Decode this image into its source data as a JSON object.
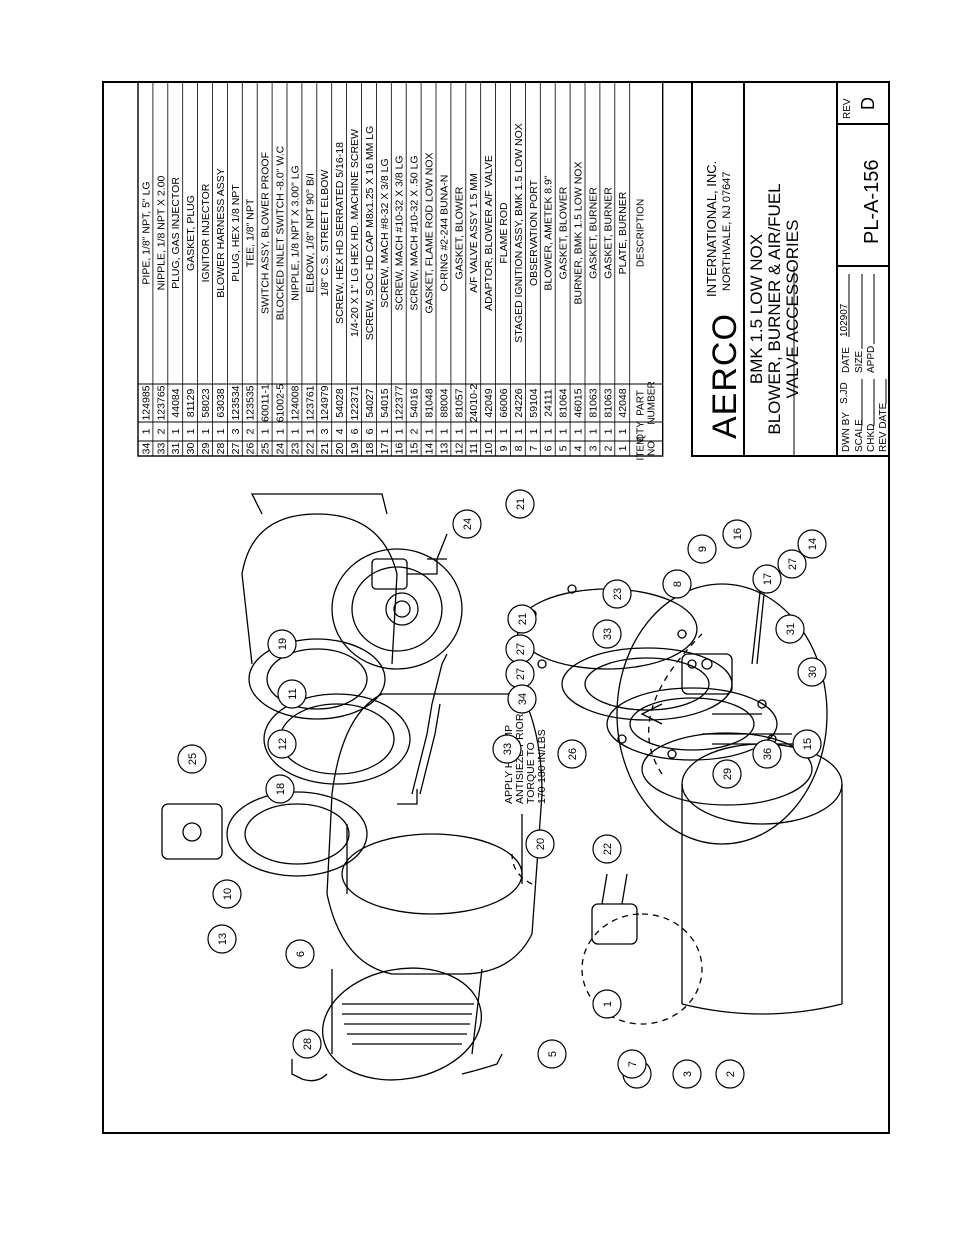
{
  "company": {
    "name": "AERCO",
    "line1": "INTERNATIONAL, INC.",
    "line2": "NORTHVALE, NJ  07647"
  },
  "drawing": {
    "title1": "BMK 1.5 LOW NOX",
    "title2": "BLOWER, BURNER & AIR/FUEL",
    "title3": "VALVE ACCESSORIES",
    "number": "PL-A-156",
    "rev_label": "REV",
    "rev": "D"
  },
  "titleblock": {
    "dwn_by": "DWN BY",
    "dwn_by_value": "S.JD",
    "date": "DATE",
    "date_value": "102907",
    "scale": "SCALE",
    "size": "SIZE",
    "chkd": "CHKD",
    "appd": "APPD",
    "rev_date": "REV DATE"
  },
  "bom": {
    "headers": {
      "item": "ITEM NO",
      "qty": "QTY",
      "part": "PART NUMBER",
      "desc": "DESCRIPTION"
    },
    "rows": [
      {
        "item": "34",
        "qty": "1",
        "part": "124985",
        "desc": "PIPE, 1/8\" NPT, 5\" LG"
      },
      {
        "item": "33",
        "qty": "2",
        "part": "123765",
        "desc": "NIPPLE, 1/8 NPT X 2.00"
      },
      {
        "item": "31",
        "qty": "1",
        "part": "44084",
        "desc": "PLUG, GAS INJECTOR"
      },
      {
        "item": "30",
        "qty": "1",
        "part": "81129",
        "desc": "GASKET, PLUG"
      },
      {
        "item": "29",
        "qty": "1",
        "part": "58023",
        "desc": "IGNITOR INJECTOR"
      },
      {
        "item": "28",
        "qty": "1",
        "part": "63038",
        "desc": "BLOWER HARNESS ASSY"
      },
      {
        "item": "27",
        "qty": "3",
        "part": "123534",
        "desc": "PLUG, HEX 1/8 NPT"
      },
      {
        "item": "26",
        "qty": "2",
        "part": "123535",
        "desc": "TEE, 1/8\" NPT"
      },
      {
        "item": "25",
        "qty": "1",
        "part": "60011-1",
        "desc": "SWITCH ASSY, BLOWER PROOF"
      },
      {
        "item": "24",
        "qty": "1",
        "part": "61002-5",
        "desc": "BLOCKED INLET SWITCH -8.0\" W.C"
      },
      {
        "item": "23",
        "qty": "1",
        "part": "124008",
        "desc": "NIPPLE, 1/8 NPT X 3.00\" LG"
      },
      {
        "item": "22",
        "qty": "1",
        "part": "123761",
        "desc": "ELBOW, 1/8\" NPT 90° B/I"
      },
      {
        "item": "21",
        "qty": "3",
        "part": "124979",
        "desc": "1/8\" C.S. STREET ELBOW"
      },
      {
        "item": "20",
        "qty": "4",
        "part": "54028",
        "desc": "SCREW, HEX HD SERRATED 5/16-18"
      },
      {
        "item": "19",
        "qty": "6",
        "part": "122371",
        "desc": "1/4-20 X 1\" LG HEX HD. MACHINE SCREW"
      },
      {
        "item": "18",
        "qty": "6",
        "part": "54027",
        "desc": "SCREW, SOC HD CAP M8x1.25 X 16 MM LG"
      },
      {
        "item": "17",
        "qty": "1",
        "part": "54015",
        "desc": "SCREW, MACH #8-32 X 3/8 LG"
      },
      {
        "item": "16",
        "qty": "1",
        "part": "122377",
        "desc": "SCREW, MACH #10-32 X 3/8 LG"
      },
      {
        "item": "15",
        "qty": "2",
        "part": "54016",
        "desc": "SCREW, MACH #10-32 X .50 LG"
      },
      {
        "item": "14",
        "qty": "1",
        "part": "81048",
        "desc": "GASKET, FLAME ROD LOW NOX"
      },
      {
        "item": "13",
        "qty": "1",
        "part": "88004",
        "desc": "O-RING #2-244 BUNA-N"
      },
      {
        "item": "12",
        "qty": "1",
        "part": "81057",
        "desc": "GASKET, BLOWER"
      },
      {
        "item": "11",
        "qty": "1",
        "part": "24010-2",
        "desc": "A/F VALVE ASSY 1.5 MM"
      },
      {
        "item": "10",
        "qty": "1",
        "part": "42049",
        "desc": "ADAPTOR, BLOWER A/F VALVE"
      },
      {
        "item": "9",
        "qty": "1",
        "part": "66006",
        "desc": "FLAME ROD"
      },
      {
        "item": "8",
        "qty": "1",
        "part": "24226",
        "desc": "STAGED IGNITION ASSY, BMK 1.5 LOW NOX"
      },
      {
        "item": "7",
        "qty": "1",
        "part": "59104",
        "desc": "OBSERVATION PORT"
      },
      {
        "item": "6",
        "qty": "1",
        "part": "24111",
        "desc": "BLOWER, AMETEK 8.9\""
      },
      {
        "item": "5",
        "qty": "1",
        "part": "81064",
        "desc": "GASKET, BLOWER"
      },
      {
        "item": "4",
        "qty": "1",
        "part": "46015",
        "desc": "BURNER, BMK 1.5 LOW NOX"
      },
      {
        "item": "3",
        "qty": "1",
        "part": "81063",
        "desc": "GASKET, BURNER"
      },
      {
        "item": "2",
        "qty": "1",
        "part": "81063",
        "desc": "GASKET, BURNER"
      },
      {
        "item": "1",
        "qty": "1",
        "part": "42048",
        "desc": "PLATE, BURNER"
      }
    ]
  },
  "note": {
    "line1": "APPLY HI-TEMP",
    "line2": "ANTISIEZE PRIOR TO",
    "line3": "TORQUE TO",
    "line4": "170-180 IN/LBS"
  },
  "callouts": [
    "1",
    "2",
    "3",
    "4",
    "5",
    "6",
    "7",
    "8",
    "9",
    "10",
    "11",
    "12",
    "13",
    "14",
    "15",
    "16",
    "17",
    "18",
    "19",
    "20",
    "21",
    "21",
    "22",
    "23",
    "24",
    "25",
    "26",
    "27",
    "27",
    "28",
    "29",
    "30",
    "31",
    "27",
    "33",
    "33",
    "34",
    "36"
  ]
}
